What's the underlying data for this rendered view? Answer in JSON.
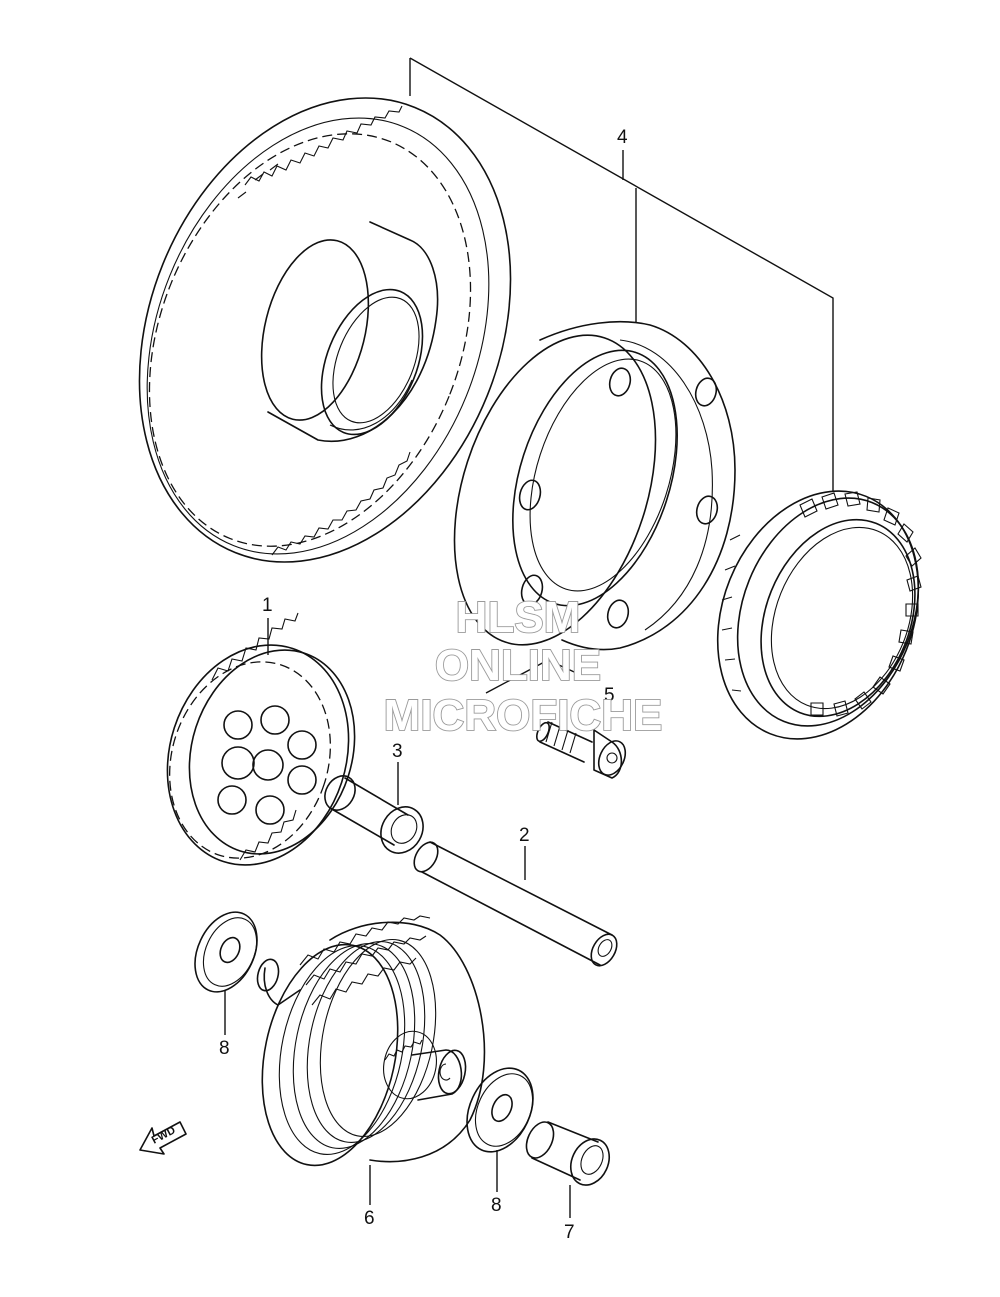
{
  "watermark": {
    "line1": "HLSM",
    "line2": "ONLINE",
    "line3": "MICROFICHE",
    "color": "#9a9a9a"
  },
  "fwd_label": "FWD",
  "callouts": [
    {
      "id": "1",
      "label": "1"
    },
    {
      "id": "2",
      "label": "2"
    },
    {
      "id": "3",
      "label": "3"
    },
    {
      "id": "4",
      "label": "4"
    },
    {
      "id": "5",
      "label": "5"
    },
    {
      "id": "6",
      "label": "6"
    },
    {
      "id": "7",
      "label": "7"
    },
    {
      "id": "8a",
      "label": "8"
    },
    {
      "id": "8b",
      "label": "8"
    }
  ]
}
